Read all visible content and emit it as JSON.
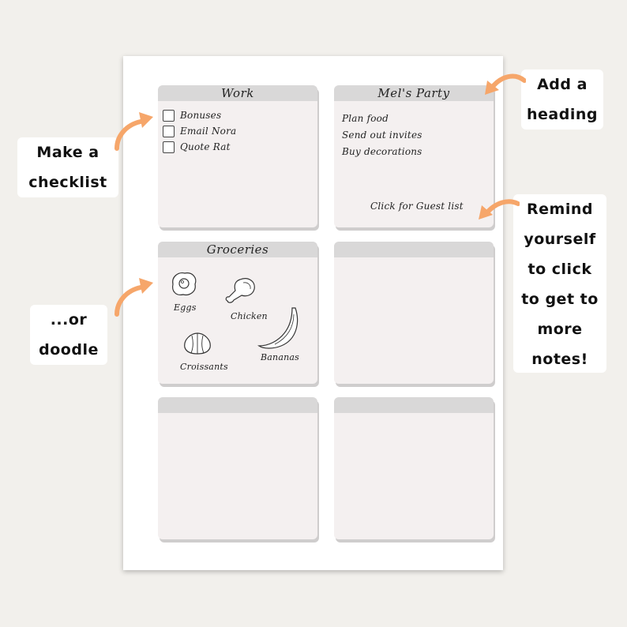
{
  "colors": {
    "accent": "#f6a66a",
    "note_bg": "#f4f0f0",
    "note_bar": "#d9d8d8"
  },
  "notes": {
    "work": {
      "title": "Work",
      "items": [
        "Bonuses",
        "Email Nora",
        "Quote Rat"
      ]
    },
    "party": {
      "title": "Mel's Party",
      "items": [
        "Plan food",
        "Send out invites",
        "Buy decorations"
      ],
      "link": "Click for Guest list"
    },
    "groceries": {
      "title": "Groceries",
      "items": [
        "Eggs",
        "Chicken",
        "Croissants",
        "Bananas"
      ]
    }
  },
  "callouts": {
    "heading": [
      "Add a",
      "heading"
    ],
    "checklist": [
      "Make a",
      "checklist"
    ],
    "doodle": [
      "...or",
      "doodle"
    ],
    "remind": [
      "Remind",
      "yourself",
      "to click",
      "to get to",
      "more",
      "notes!"
    ]
  }
}
